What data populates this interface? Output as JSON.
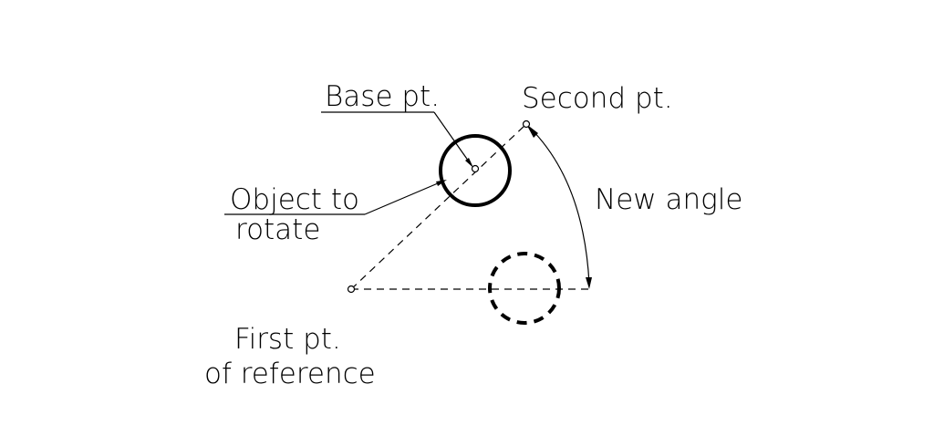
{
  "labels": {
    "base_pt": "Base pt.",
    "second_pt": "Second pt.",
    "object_line1": "Object to",
    "object_line2": "rotate",
    "new_angle": "New angle",
    "first_line1": "First pt.",
    "first_line2": "of reference"
  }
}
